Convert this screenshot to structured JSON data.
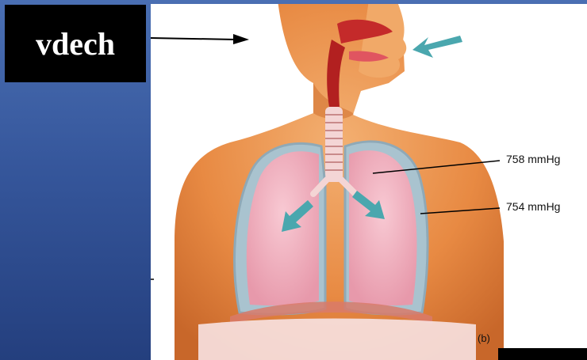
{
  "slide": {
    "title": "vdech",
    "background_color": "#36579c",
    "title_box_color": "#000000"
  },
  "diagram": {
    "labels": {
      "upper_pressure": "758 mmHg",
      "lower_pressure": "754 mmHg",
      "figure_letter": "(b)"
    },
    "colors": {
      "skin": "#e9944e",
      "lung": "#f2b3c2",
      "pleura": "#9fb9c8",
      "airway": "#c42a2a",
      "arrow": "#4aa7ae"
    },
    "icons": [
      "nose-airflow-arrow",
      "left-lung-arrow",
      "right-lung-arrow",
      "left-pointing-arrow"
    ]
  }
}
